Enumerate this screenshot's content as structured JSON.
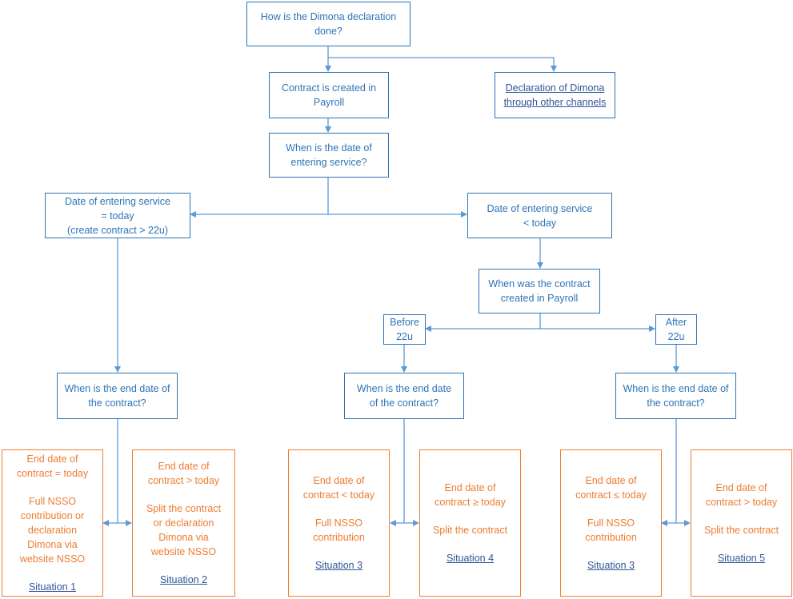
{
  "colors": {
    "box_border": "#2e75b6",
    "box_text": "#2e75b6",
    "situation_border": "#ed7d31",
    "situation_text": "#ed7d31",
    "link": "#2f5597",
    "connector": "#5b9bd5"
  },
  "nodes": {
    "q_how": "How is the Dimona declaration done?",
    "contract_created": "Contract is created in Payroll",
    "other_channels": "Declaration of Dimona through other channels",
    "q_date_entering": "When is the date of entering service?",
    "date_today": "Date of entering service\n= today\n(create contract > 22u)",
    "date_before_today": "Date of entering service\n< today",
    "q_contract_created": "When was the contract created in Payroll",
    "before_22u": "Before\n22u",
    "after_22u": "After\n22u",
    "q_end_date": "When is the end date of the contract?"
  },
  "situations": {
    "s1": {
      "lines": [
        "End date of",
        "contract = today",
        "",
        "Full NSSO",
        "contribution or",
        "declaration",
        "Dimona via",
        "website NSSO"
      ],
      "link": "Situation 1"
    },
    "s2": {
      "lines": [
        "End date of",
        "contract > today",
        "",
        "Split the contract",
        "or declaration",
        "Dimona via",
        "website NSSO"
      ],
      "link": "Situation 2"
    },
    "s3a": {
      "lines": [
        "End date of",
        "contract < today",
        "",
        "Full NSSO",
        "contribution"
      ],
      "link": "Situation 3"
    },
    "s4": {
      "lines": [
        "End date of",
        "contract ≥ today",
        "",
        "Split the contract"
      ],
      "link": "Situation 4"
    },
    "s3b": {
      "lines": [
        "End date of",
        "contract ≤ today",
        "",
        "Full NSSO",
        "contribution"
      ],
      "link": "Situation 3"
    },
    "s5": {
      "lines": [
        "End date of",
        "contract > today",
        "",
        "Split the contract"
      ],
      "link": "Situation 5"
    }
  }
}
